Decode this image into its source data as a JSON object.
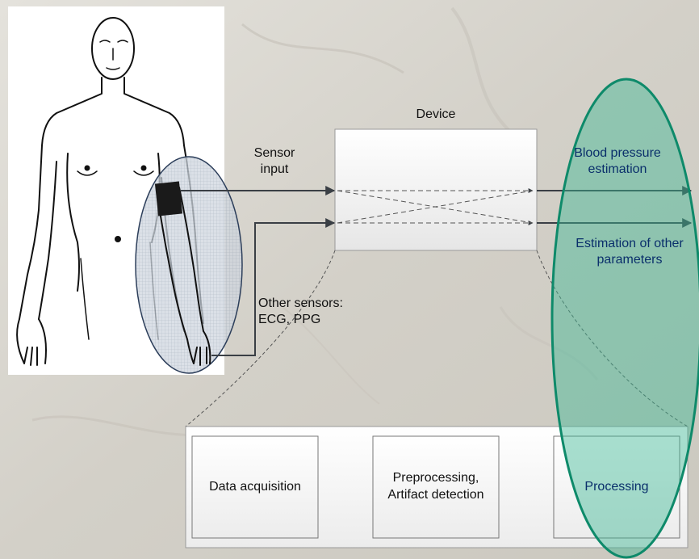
{
  "device": {
    "title": "Device"
  },
  "inputs": {
    "sensor_input": "Sensor\ninput",
    "other_sensors": "Other sensors:\nECG, PPG"
  },
  "outputs": {
    "blood_pressure": "Blood pressure\nestimation",
    "other_parameters": "Estimation of other\nparameters"
  },
  "stages": [
    {
      "label": "Data acquisition"
    },
    {
      "label": "Preprocessing,\nArtifact detection"
    },
    {
      "label": "Processing"
    }
  ],
  "colors": {
    "highlight_ellipse": "#3aa88c",
    "highlight_stroke": "#0e8a6a",
    "arm_ellipse": "#3f5a86",
    "arrow": "#3a3f45"
  }
}
